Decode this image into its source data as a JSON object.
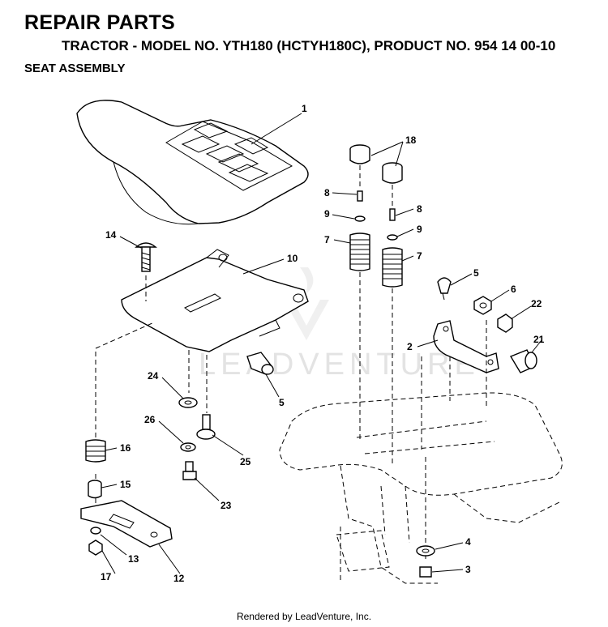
{
  "header": {
    "title": "REPAIR PARTS",
    "subtitle": "TRACTOR - MODEL NO. YTH180 (HCTYH180C), PRODUCT NO. 954 14 00-10",
    "section": "SEAT ASSEMBLY"
  },
  "watermark": {
    "text": "LEADVENTURE"
  },
  "callouts": [
    "1",
    "18",
    "8",
    "9",
    "7",
    "8",
    "9",
    "7",
    "14",
    "10",
    "5",
    "6",
    "22",
    "2",
    "21",
    "24",
    "5",
    "26",
    "25",
    "16",
    "15",
    "23",
    "13",
    "17",
    "12",
    "4",
    "3"
  ],
  "footer": {
    "text": "Rendered by LeadVenture, Inc."
  }
}
